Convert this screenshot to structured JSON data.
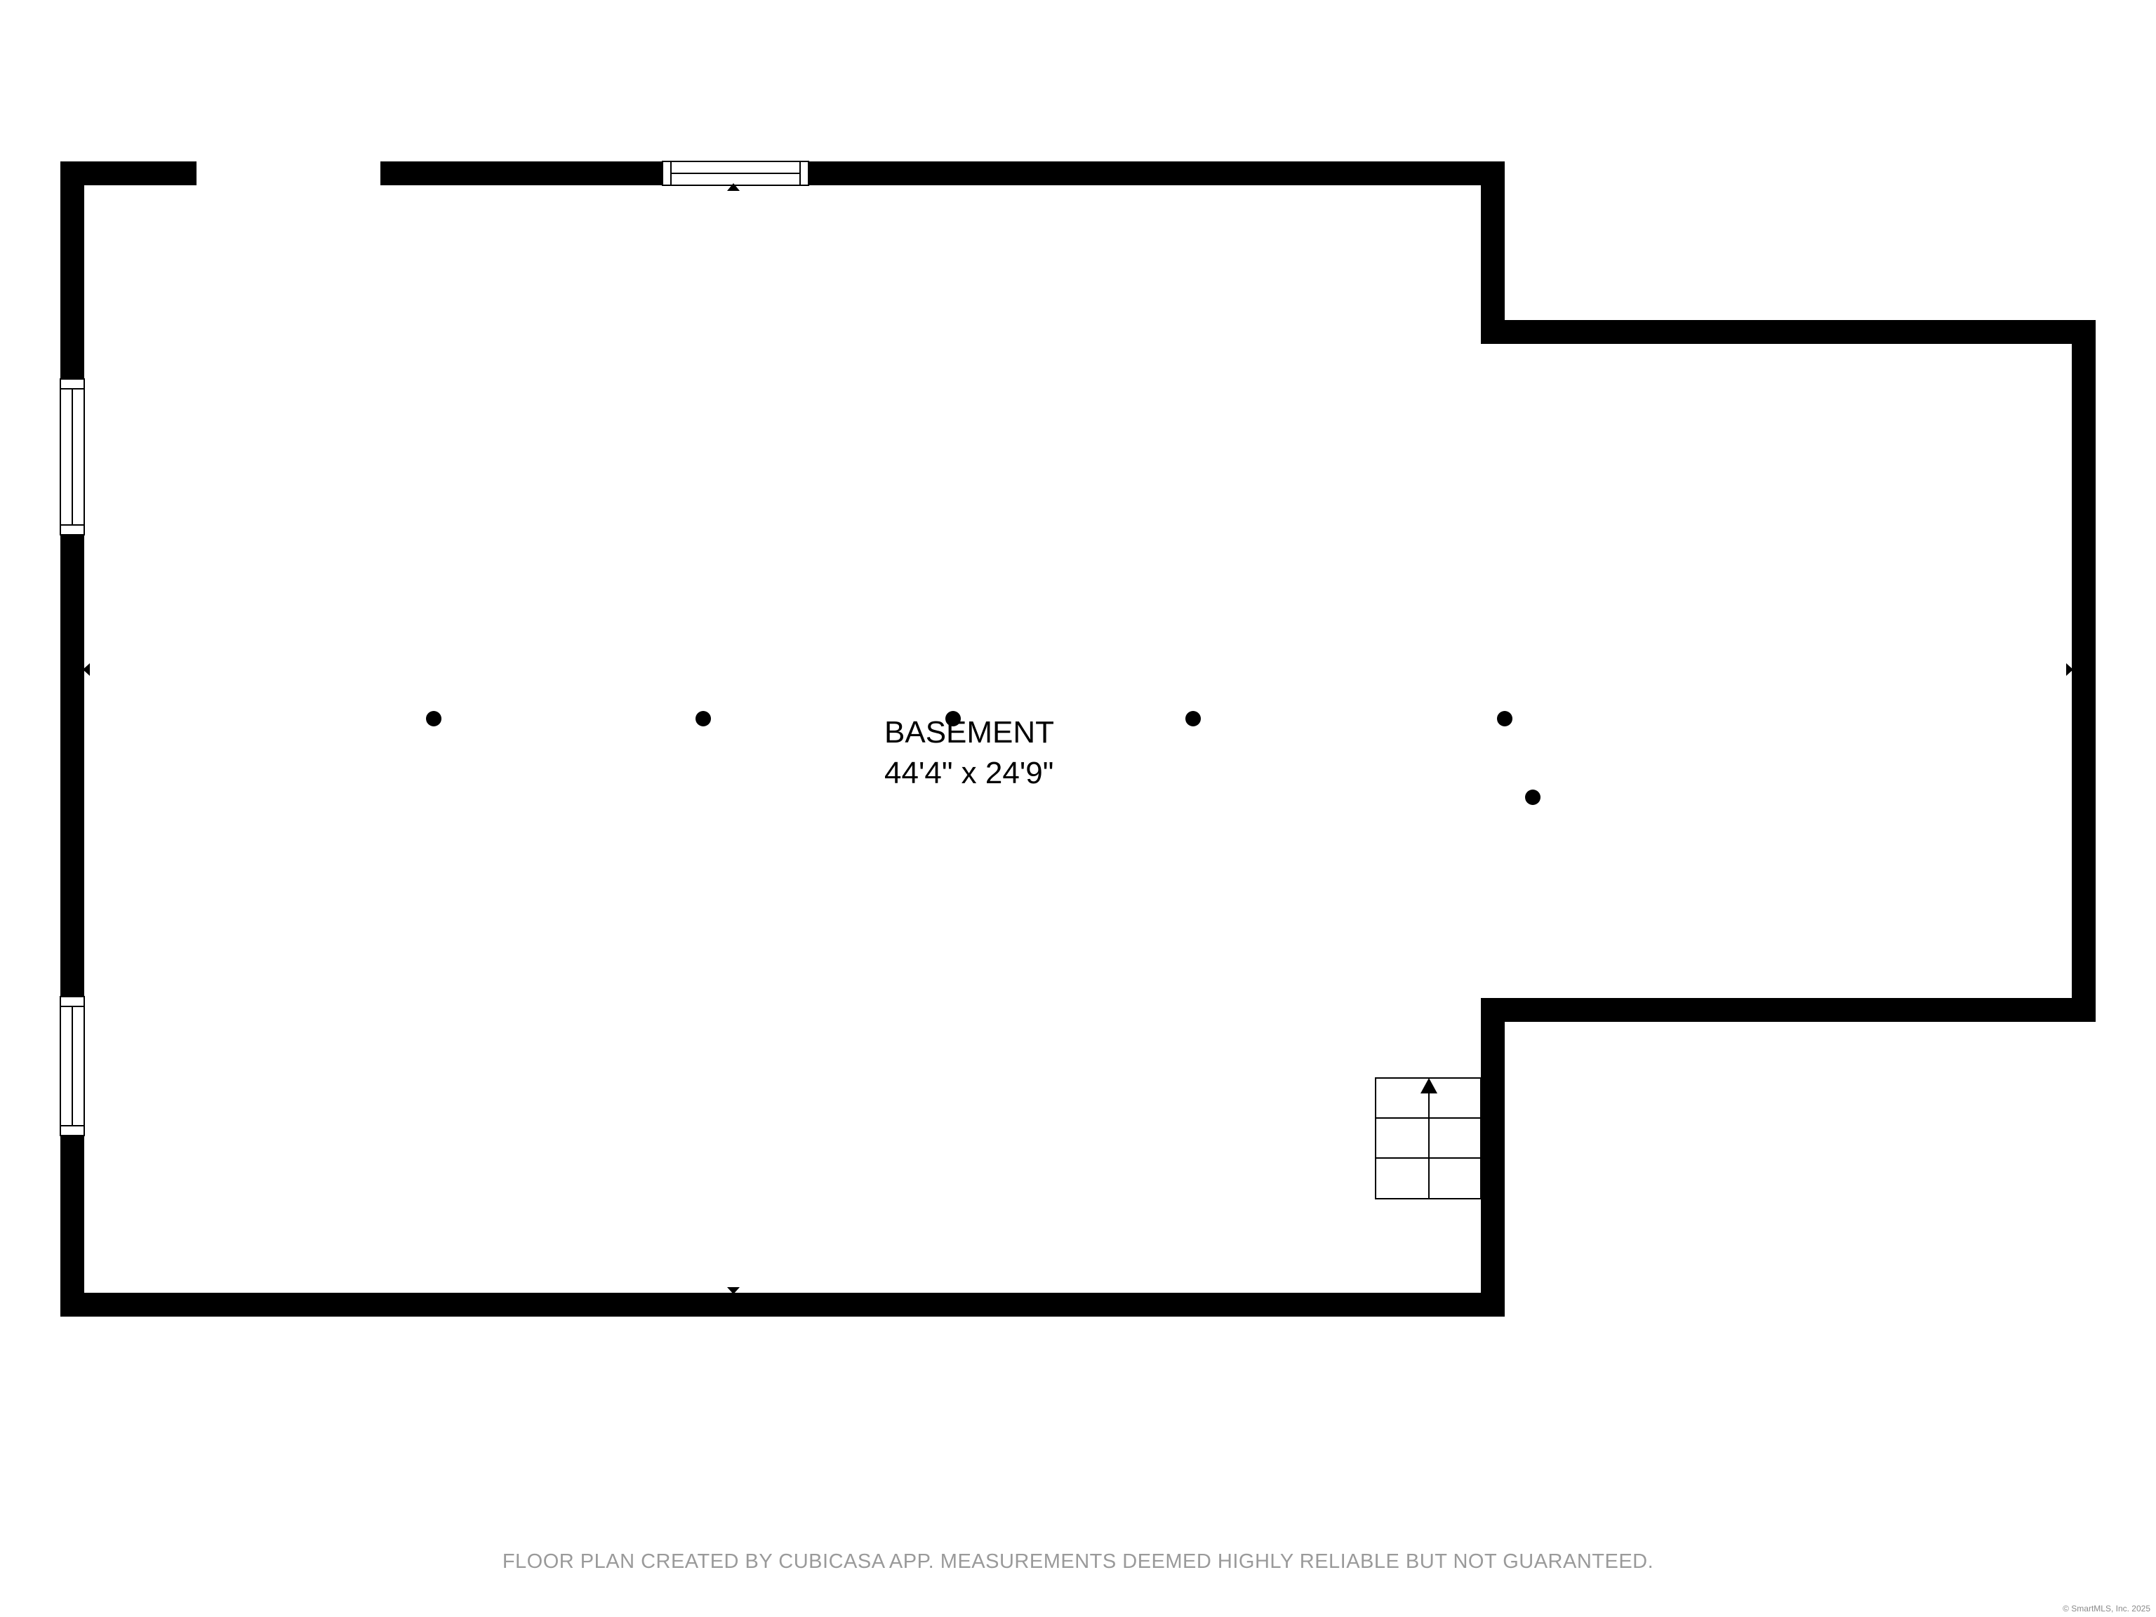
{
  "room": {
    "name": "BASEMENT",
    "dimensions": "44'4\" x 24'9\""
  },
  "footer": {
    "disclaimer": "FLOOR PLAN CREATED BY CUBICASA APP. MEASUREMENTS DEEMED HIGHLY RELIABLE BUT NOT GUARANTEED.",
    "copyright": "© SmartMLS, Inc. 2025"
  },
  "colors": {
    "wall": "#000000",
    "background": "#ffffff",
    "disclaimer_text": "#9a9a9a"
  },
  "elements": {
    "column_count": 6,
    "window_count": 3,
    "opening_count": 1,
    "stair_direction": "up"
  }
}
